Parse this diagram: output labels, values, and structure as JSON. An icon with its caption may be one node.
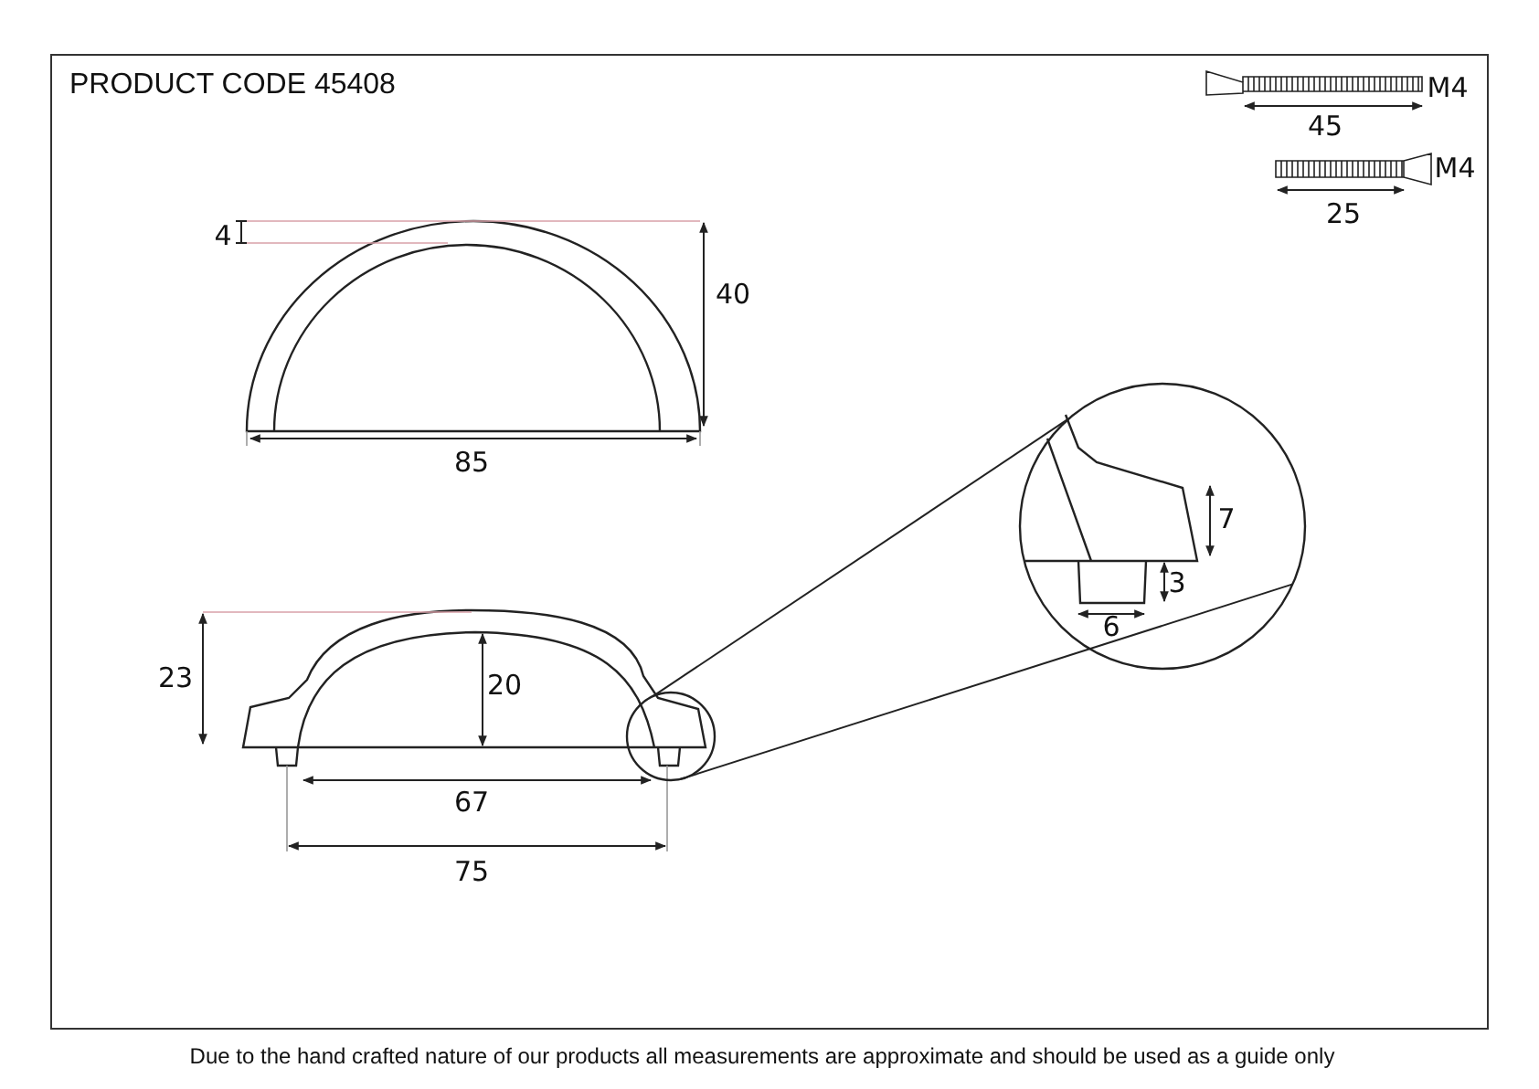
{
  "diagram": {
    "title": "PRODUCT CODE 45408",
    "caption": "Due to the hand crafted nature of our products all measurements are approximate and should be used as a guide only",
    "nodes": [
      {
        "text": [],
        "shape": "circle"
      },
      {
        "text": [],
        "shape": "circle"
      }
    ],
    "edges": [
      {
        "from": 0,
        "to": 1,
        "arrow": "none"
      },
      {
        "from": 0,
        "to": 1,
        "arrow": "none"
      }
    ],
    "labels": [
      "M4",
      "45",
      "M4",
      "25",
      "4",
      "40",
      "85",
      "7",
      "3",
      "6",
      "23",
      "20",
      "67",
      "75"
    ]
  }
}
